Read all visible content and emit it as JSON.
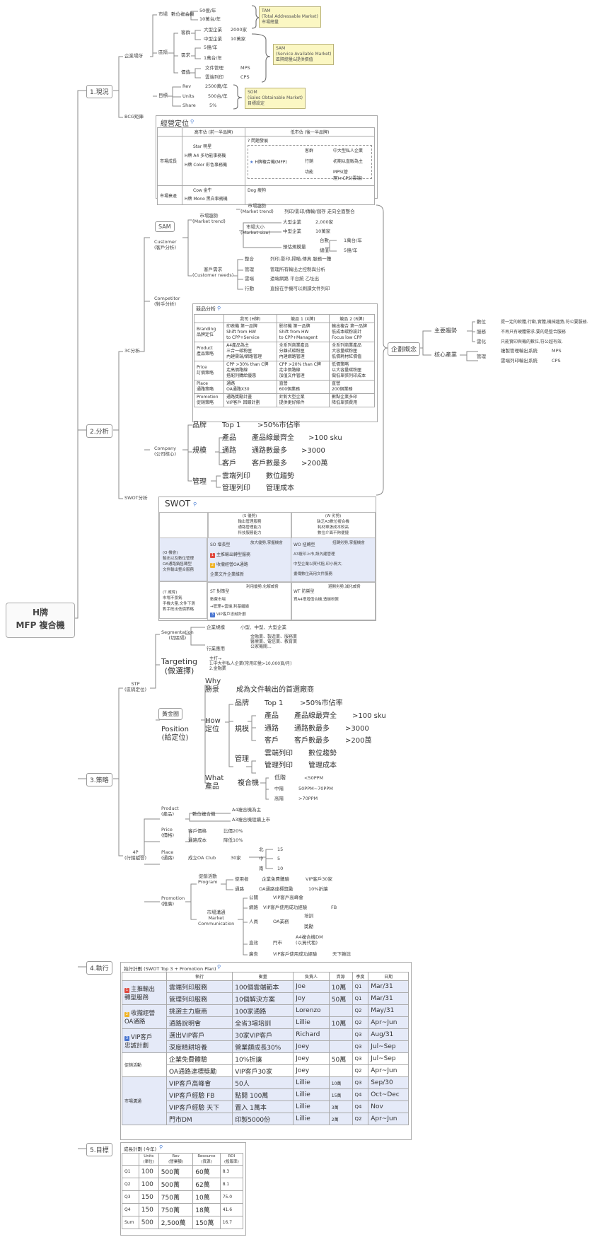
{
  "root": {
    "line1": "H牌",
    "line2": "MFP 複合機"
  },
  "sections": [
    "1.現況",
    "2.分析",
    "3.策略",
    "4.執行",
    "5.目標"
  ],
  "s1": {
    "industry": "企業場所",
    "market": "市場",
    "market_value": "數位複合機",
    "mv1": "50億/年",
    "mv2": "10萬台/年",
    "tam": "TAM\n(Total Addressable Market)\n市場總量",
    "segments": "區隔",
    "clients": "客群",
    "c1": "大型企業",
    "c1v": "2000家",
    "c2": "中型企業",
    "c2v": "10萬家",
    "needs": "需求",
    "n1": "5億/年",
    "n2": "1萬台/年",
    "service": "價值",
    "sv1": "文件管理",
    "sv1b": "MPS",
    "sv2": "雲端列印",
    "sv2b": "CPS",
    "sam": "SAM\n(Service Available Market)\n區隔總量&提供價值",
    "target": "目標",
    "rev": "Rev",
    "revv": "2500萬/年",
    "units": "Units",
    "unitsv": "500台/年",
    "share": "Share",
    "sharev": "5%",
    "som": "SOM\n(Sales Obtainable Market)\n目標設定",
    "bcg": "BCG矩陣",
    "bcg_title": "經營定位",
    "bcg_h1": "高市佔 (前一半品牌)",
    "bcg_h2": "低市佔 (後一半品牌)",
    "bcg_r1": "市場成長",
    "bcg_r2": "市場衰退",
    "star": "Star 明星",
    "a4": "H牌 A4 多功能事務機",
    "a3": "H牌 Color 彩色事務機",
    "question": "? 問題發展",
    "mfp": "H牌複合機(MFP)",
    "q1a": "客群",
    "q1b": "中大型私人企業",
    "q2a": "行銷",
    "q2b": "初期以直販為主",
    "q3a": "功能",
    "q3b": "MPS(管理)+CPS(雲端)",
    "cow": "Cow 金牛",
    "mono": "H牌 Mono 黑白事務機",
    "dog": "Dog 瘦狗"
  },
  "s2": {
    "c3": "3C分析",
    "customer": "Customer\n(客戶分析)",
    "sam_label": "SAM",
    "trend": "市場趨勢\n(Market trend)",
    "trend2": "市場趨勢\n(Market trend)",
    "trend2v": "列印/影印/傳輸/儲存 走向全面整合",
    "size": "市場大小\n(Market size)",
    "sz1": "大型企業",
    "sz1v": "2,000家",
    "sz2": "中型企業",
    "sz2v": "10萬家",
    "sz3": "預估規模量",
    "sz3a": "台數",
    "sz3av": "1萬台/年",
    "sz3b": "總值",
    "sz3bv": "5億/年",
    "needs": "客戶需求\n(Customer needs)",
    "nd1": "整合",
    "nd1v": "列印,影印,掃瞄,傳真 服務一體",
    "nd2": "管理",
    "nd2v": "管理所有輸出之控制與分析",
    "nd3": "雲端",
    "nd3v": "遠端網路 平台統 乙址出",
    "nd4": "行動",
    "nd4v": "直接在手機可以刷讀文件列印",
    "competitor": "Competitor\n(對手分析)",
    "comp_title": "競品分析",
    "ch": [
      "",
      "我司 (H牌)",
      "競品 1 (X牌)",
      "競品 2 (R牌)"
    ],
    "crows": [
      [
        "Branding\n品牌定位",
        "印表機 第一品牌\nShift from HW\nto CPP+Service",
        "影印機 第一品牌\nShift from HW\nto CPP+Managent",
        "輸出複合 第一品牌\n低成本碳粉設計\nFocus low CPP"
      ],
      [
        "Product\n產品策略",
        "A4產品為主\n三合一碳粉匣\n內建雲端/網路管理",
        "全系列商業產品\n分離式碳粉匣\n內建網路管理",
        "全系列商業產品\n大容量碳粉匣\n低價耗材紅價值"
      ],
      [
        "Price\n訂價策略",
        "CPP >30% than C牌\n走高價路線\n搭配列購給優惠",
        "CPP >20% than C牌\n走中價路線\n加值文件管理",
        "低價策略\n以大容量碳粉匣\n做低單張列印成本"
      ],
      [
        "Place\n通路策略",
        "通路\nOA通路X30",
        "直營\n600個業務",
        "直營\n200個業務"
      ],
      [
        "Promotion\n促銷策略",
        "通路獎勵計畫\nVIP客戶 回饋計劃",
        "針對大型企業\n提供更好條件",
        "數點企業多印\n降低單張費用"
      ]
    ],
    "company": "Company\n(公司核心)",
    "co_brand": "品牌",
    "co_top": "Top 1",
    "co_top2": ">50%市佔率",
    "co_scale": "規模",
    "co_prod": "產品",
    "co_prodv": "產品線最齊全",
    "co_prodv2": ">100 sku",
    "co_ch": "通路",
    "co_chv": "通路數最多",
    "co_chv2": ">3000",
    "co_cu": "客戶",
    "co_cuv": "客戶數最多",
    "co_cuv2": ">200萬",
    "co_mgmt": "管理",
    "co_m1": "雲端列印",
    "co_m1v": "數位趨勢",
    "co_m2": "管理列印",
    "co_m2v": "管理成本",
    "plan": "企劃概念",
    "trend_main": "主要趨勢",
    "tm1": "數位",
    "tm1v": "提一定的軟體,行動,實體,機械趨勢,符公要服務.",
    "tm2": "服務",
    "tm2v": "不再只有硬體需求,要的是整合服務",
    "tm3": "雲化",
    "tm3v": "只能實印與機的數位,符公越有效.",
    "core": "核心產業",
    "cr1": "管理",
    "cr1a": "複製管理輸出系統",
    "cr1av": "MPS",
    "cr1b": "雲端列印輸出系統",
    "cr1bv": "CPS",
    "swot": "SWOT分析",
    "swot_title": "SWOT",
    "s_head": "(S 優勢)\n輸出管理服務\n通路管理能力\n科技服務能力",
    "w_head": "(W 劣勢)\n缺乏A3數位複合機\n耗材單張成本較高\n數位介面不夠便捷",
    "o_head": "(O 機會)\n輸出以及數位管理\nOA通路銷售轉型\n文件輸出整合服務",
    "t_head": "(T 威脅)\n市場不景氣\n手機大量,文件下滑\n對手既出低價策略",
    "so": "SO 增長型",
    "so_n": "放大優勢,掌握機會",
    "so1": "主推輸出轉型服務",
    "so2": "收攏經營OA通路",
    "so3": "企業文件企業維新",
    "wo": "WO 扭轉型",
    "wo_n": "扭轉劣勢,掌握機會",
    "wo1": "A3複印上市,設內建管理",
    "wo2": "中型企業以買代租,印小無大.",
    "wo3": "畫傳數位商用文件服務",
    "st": "ST 對策型",
    "st_n": "利用優勢,化解威脅",
    "st1": "數費市場",
    "st2": "→管理+雲端,利基繼續",
    "st3": "VIP客戶忠誠計劃",
    "wt": "WT 防禦型",
    "wt_n": "避開劣勢,減化威脅",
    "wt1": "買A4搭增值合機,造碳粉匣"
  },
  "s3": {
    "stp": "STP\n(區隔定位)",
    "seg": "Segmentation\n(切區隔)",
    "seg1": "企業規模",
    "seg1v": "小型、中型、大型企業",
    "seg2": "行業應用",
    "seg2v": "金融業、製造業、服務業\n醫療業、電信業、教育業\n公家機關...",
    "tgt": "Targeting\n(做選擇)",
    "tgtv": "主打→\n1.中大型私人企業(常用印量>10,000頁/月)\n2.金融業",
    "pos_icon": "黃金圈",
    "pos": "Position\n(給定位)",
    "why": "Why\n勝景",
    "whyv": "成為文件輸出的首選廠商",
    "how": "How\n定位",
    "how_brand": "品牌",
    "how_top": "Top 1",
    "how_top2": ">50%市佔率",
    "how_scale": "規模",
    "how_prod": "產品",
    "how_prodv": "產品線最齊全",
    "how_prodv2": ">100 sku",
    "how_ch": "通路",
    "how_chv": "通路數最多",
    "how_chv2": ">3000",
    "how_cu": "客戶",
    "how_cuv": "客戶數最多",
    "how_cuv2": ">200萬",
    "how_mgmt": "管理",
    "how_m1": "雲端列印",
    "how_m1v": "數位趨勢",
    "how_m2": "管理列印",
    "how_m2v": "管理成本",
    "what": "What\n產品",
    "whatv": "複合機",
    "w1": "低階",
    "w1v": "<50PPM",
    "w2": "中階",
    "w2v": "50PPM~70PPM",
    "w3": "高階",
    "w3v": ">70PPM",
    "fourp": "4P\n(行銷組合)",
    "prod": "Product\n(產品)",
    "prodv": "數位複合機",
    "prod1": "A4複合機為主",
    "prod2": "A3複合機陸續上市",
    "price": "Price\n(價格)",
    "pr1": "客戶價格",
    "pr1v": "比價20%",
    "pr2": "通路成本",
    "pr2v": "降低10%",
    "place": "Place\n(通路)",
    "plv": "成立OA Club",
    "plv2": "30家",
    "pl1": "北",
    "pl1v": "15",
    "pl2": "中",
    "pl2v": "5",
    "pl3": "南",
    "pl3v": "10",
    "promo": "Promotion\n(推廣)",
    "pp": "促銷活動\nProgram",
    "pp1": "使用者",
    "pp1v": "企業免費體驗",
    "pp1v2": "VIP客戶30家",
    "pp2": "通路",
    "pp2v": "OA通路達標獎勵",
    "pp2v2": "10%折讓",
    "mc": "市場溝通\nMarket\nCommunication",
    "mc1": "公關",
    "mc1v": "VIP客戶高峰會",
    "mc2": "網路",
    "mc2v": "VIP客戶使用成功經驗",
    "mc2v2": "FB",
    "mc3": "人員",
    "mc3v": "OA業務",
    "mc3a": "培訓",
    "mc3b": "獎勵",
    "mc4": "直效",
    "mc4v": "門市",
    "mc4v2": "A4複合機DM\n(以買代租)",
    "mc5": "廣告",
    "mc5v": "VIP客戶使用成功經驗",
    "mc5v2": "天下雜誌"
  },
  "s4": {
    "title": "執行計劃 (SWOT Top 3 + Promotion Plan)",
    "head": [
      "",
      "執行",
      "衡量",
      "負責人",
      "資源",
      "季度",
      "日期"
    ],
    "groups": [
      {
        "label": "主推輸出\n轉型服務",
        "badge": "1",
        "rows": [
          [
            "雲端列印服務",
            "100個雲端範本",
            "Joe",
            "10萬",
            "Q1",
            "Mar/31"
          ],
          [
            "管理列印服務",
            "10個解決方案",
            "Joy",
            "50萬",
            "Q1",
            "Mar/31"
          ]
        ]
      },
      {
        "label": "收攏經營\nOA通路",
        "badge": "2",
        "rows": [
          [
            "挑選主力廠商",
            "100家通路",
            "Lorenzo",
            "",
            "Q2",
            "May/31"
          ],
          [
            "通路說明會",
            "全省3場培訓",
            "Lillie",
            "10萬",
            "Q2",
            "Apr~Jun"
          ]
        ]
      },
      {
        "label": "VIP客戶\n忠誠計劃",
        "badge": "3",
        "rows": [
          [
            "選出VIP客戶",
            "30家VIP客戶",
            "Richard",
            "",
            "Q3",
            "Aug/31"
          ],
          [
            "深度精耕培養",
            "營業額成長30%",
            "Joey",
            "",
            "Q3",
            "Jul~Sep"
          ]
        ]
      },
      {
        "label": "促銷活動",
        "badge": "",
        "rows": [
          [
            "企業免費體驗",
            "10%折讓",
            "Joey",
            "50萬",
            "Q3",
            "Jul~Sep"
          ],
          [
            "OA通路達標獎勵",
            "VIP客戶30家",
            "Joey",
            "",
            "Q2",
            "Apr~Jun"
          ]
        ]
      },
      {
        "label": "市場溝通",
        "badge": "",
        "rows": [
          [
            "VIP客戶高峰會",
            "50人",
            "Lillie",
            "10萬",
            "Q3",
            "Sep/30"
          ],
          [
            "VIP客戶經驗 FB",
            "點閱 100萬",
            "Lillie",
            "15萬",
            "Q4",
            "Oct~Dec"
          ],
          [
            "VIP客戶經驗 天下",
            "置入 1萬本",
            "Lillie",
            "3萬",
            "Q4",
            "Nov"
          ],
          [
            "門市DM",
            "印製5000份",
            "Lillie",
            "2萬",
            "Q2",
            "Apr~Jun"
          ]
        ]
      }
    ]
  },
  "s5": {
    "title": "成長計劃 (今年)",
    "head": [
      "",
      "Units\n(單位)",
      "Rev\n(營業額)",
      "Resource\n(資源)",
      "ROI\n(投報率)"
    ],
    "rows": [
      [
        "Q1",
        "100",
        "500萬",
        "60萬",
        "8.3"
      ],
      [
        "Q2",
        "100",
        "500萬",
        "62萬",
        "8.1"
      ],
      [
        "Q3",
        "150",
        "750萬",
        "10萬",
        "75.0"
      ],
      [
        "Q4",
        "150",
        "750萬",
        "18萬",
        "41.6"
      ],
      [
        "Sum",
        "500",
        "2,500萬",
        "150萬",
        "16.7"
      ]
    ]
  }
}
